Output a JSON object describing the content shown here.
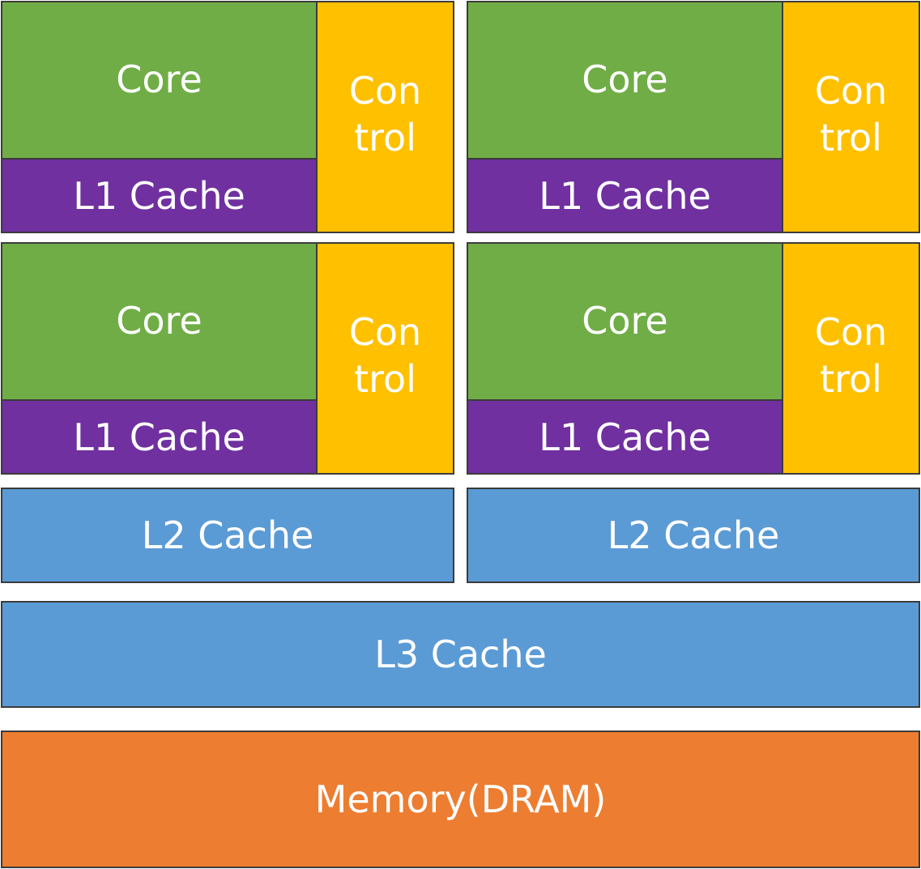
{
  "colors": {
    "core": "#70ad47",
    "l1_cache": "#7030a0",
    "control": "#ffc000",
    "cache": "#5b9bd5",
    "memory": "#ed7d31",
    "border": "#3b3b3b",
    "text": "#ffffff"
  },
  "cores": [
    {
      "core_label": "Core",
      "l1_label": "L1 Cache",
      "control_line1": "Con",
      "control_line2": "trol"
    },
    {
      "core_label": "Core",
      "l1_label": "L1 Cache",
      "control_line1": "Con",
      "control_line2": "trol"
    },
    {
      "core_label": "Core",
      "l1_label": "L1 Cache",
      "control_line1": "Con",
      "control_line2": "trol"
    },
    {
      "core_label": "Core",
      "l1_label": "L1 Cache",
      "control_line1": "Con",
      "control_line2": "trol"
    }
  ],
  "l2_caches": [
    {
      "label": "L2 Cache"
    },
    {
      "label": "L2 Cache"
    }
  ],
  "l3_cache": {
    "label": "L3 Cache"
  },
  "memory": {
    "label": "Memory(DRAM)"
  }
}
